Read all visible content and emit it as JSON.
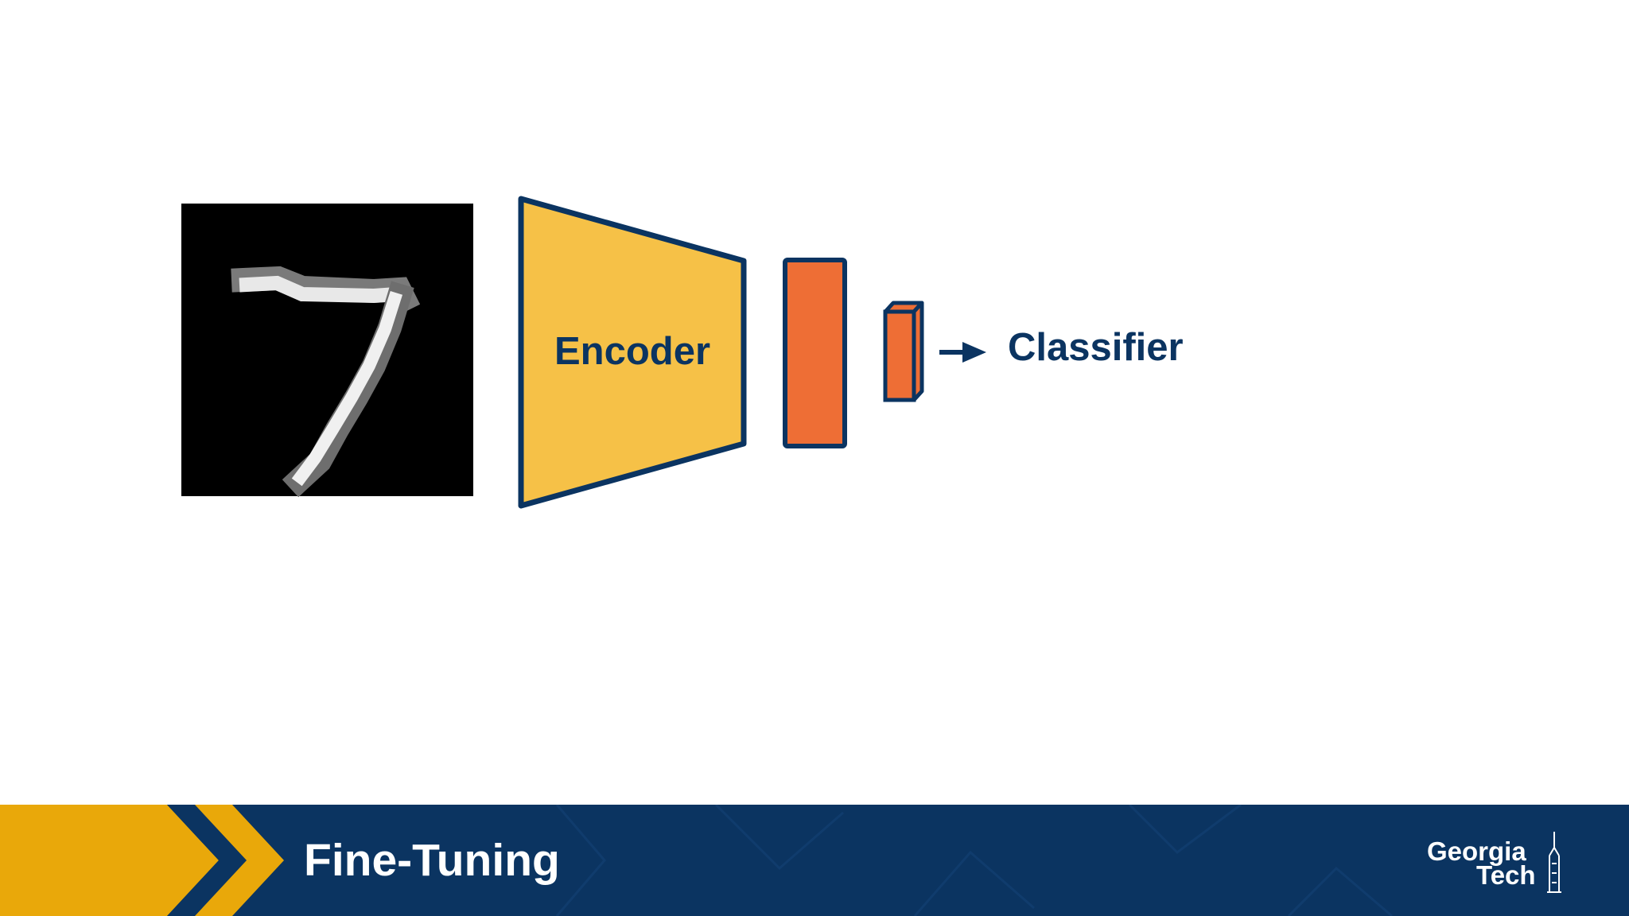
{
  "slide": {
    "title": "Fine-Tuning"
  },
  "diagram": {
    "input_image": {
      "description_icon": "handwritten-digit-seven-image"
    },
    "encoder_label": "Encoder",
    "classifier_label": "Classifier"
  },
  "logo": {
    "line1": "Georgia",
    "line2": "Tech"
  },
  "colors": {
    "navy": "#0b3461",
    "gold": "#f6c147",
    "orange": "#ee6e35",
    "footer_gold": "#e9a80a",
    "white": "#ffffff",
    "black": "#000000"
  }
}
